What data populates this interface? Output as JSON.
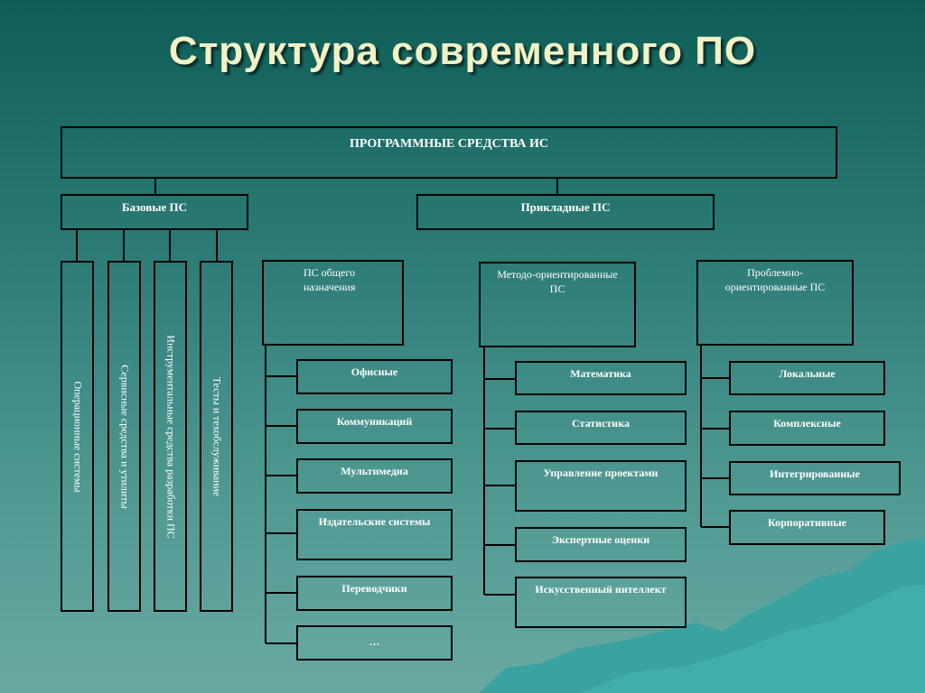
{
  "title": "Структура современного ПО",
  "root": "ПРОГРАММНЫЕ СРЕДСТВА ИС",
  "base": {
    "label": "Базовые ПС",
    "items": [
      "Операционные системы",
      "Сервисные средства и утилиты",
      "Инструментальные средства разработки ПС",
      "Тесты и техобслуживание"
    ]
  },
  "applied": {
    "label": "Прикладные ПС",
    "general": {
      "label": "ПС общего назначения",
      "items": [
        "Офисные",
        "Коммуникаций",
        "Мультимедиа",
        "Издательские системы",
        "Переводчики",
        "…"
      ]
    },
    "method": {
      "label": "Методо-ориентированные ПС",
      "items": [
        "Математика",
        "Статистика",
        "Управление проектами",
        "Экспертные оценки",
        "Искусственный интеллект"
      ]
    },
    "problem": {
      "label": "Проблемно-ориентированные ПС",
      "items": [
        "Локальные",
        "Комплексные",
        "Интегрированные",
        "Корпоративные"
      ]
    }
  }
}
